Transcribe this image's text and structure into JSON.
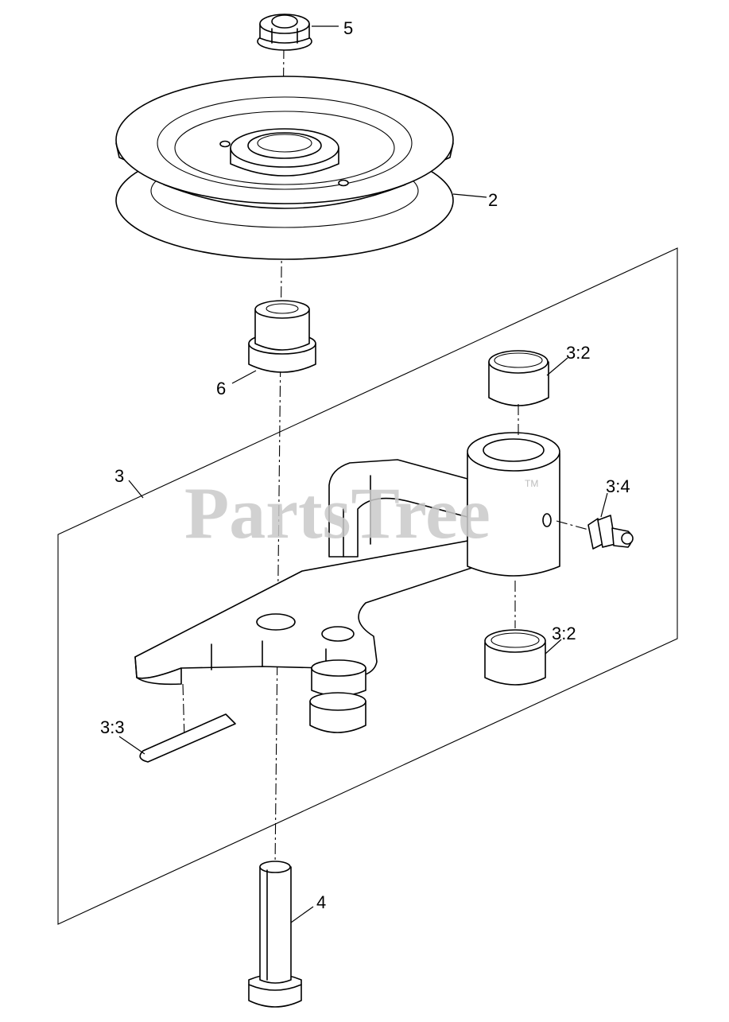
{
  "callouts": {
    "c2": "2",
    "c3": "3",
    "c3_2_top": "3:2",
    "c3_2_bottom": "3:2",
    "c3_3": "3:3",
    "c3_4": "3:4",
    "c4": "4",
    "c5": "5",
    "c6": "6"
  },
  "watermark": {
    "text": "PartsTree",
    "tm": "TM"
  }
}
